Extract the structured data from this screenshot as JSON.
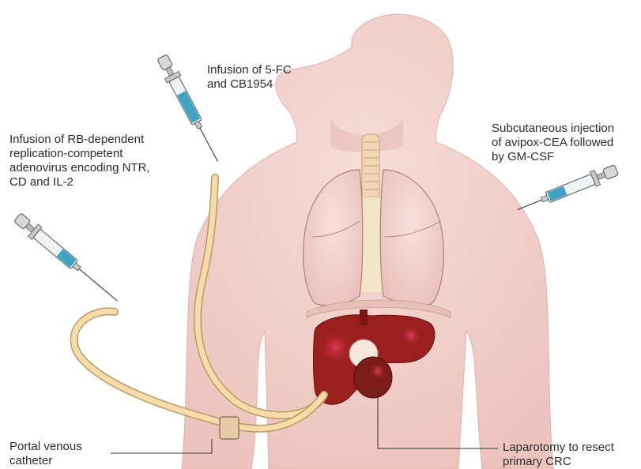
{
  "colors": {
    "skin": "#f2d2cc",
    "skin_dark": "#e5b7b0",
    "lung": "#f3d3cf",
    "lung_stroke": "#b07f78",
    "liver": "#9b1f1f",
    "liver_spot": "#d6304a",
    "catheter": "#f5dcaa",
    "catheter_stroke": "#b99a61",
    "syringe_fluid": "#3fa3c6",
    "line": "#333333"
  },
  "labels": {
    "infusion_5fc": [
      "Infusion of 5-FC",
      "and CB1954"
    ],
    "infusion_adeno": [
      "Infusion of RB-dependent",
      "replication-competent",
      "adenovirus encoding NTR,",
      "CD and IL-2"
    ],
    "subcutaneous": [
      "Subcutaneous injection",
      "of avipox-CEA followed",
      "by GM-CSF"
    ],
    "portal": [
      "Portal venous",
      "catheter"
    ],
    "laparotomy": [
      "Laparotomy to resect",
      "primary CRC"
    ]
  },
  "icons": {
    "syringe_top": "syringe-icon",
    "syringe_left": "syringe-icon",
    "syringe_right": "syringe-icon"
  }
}
